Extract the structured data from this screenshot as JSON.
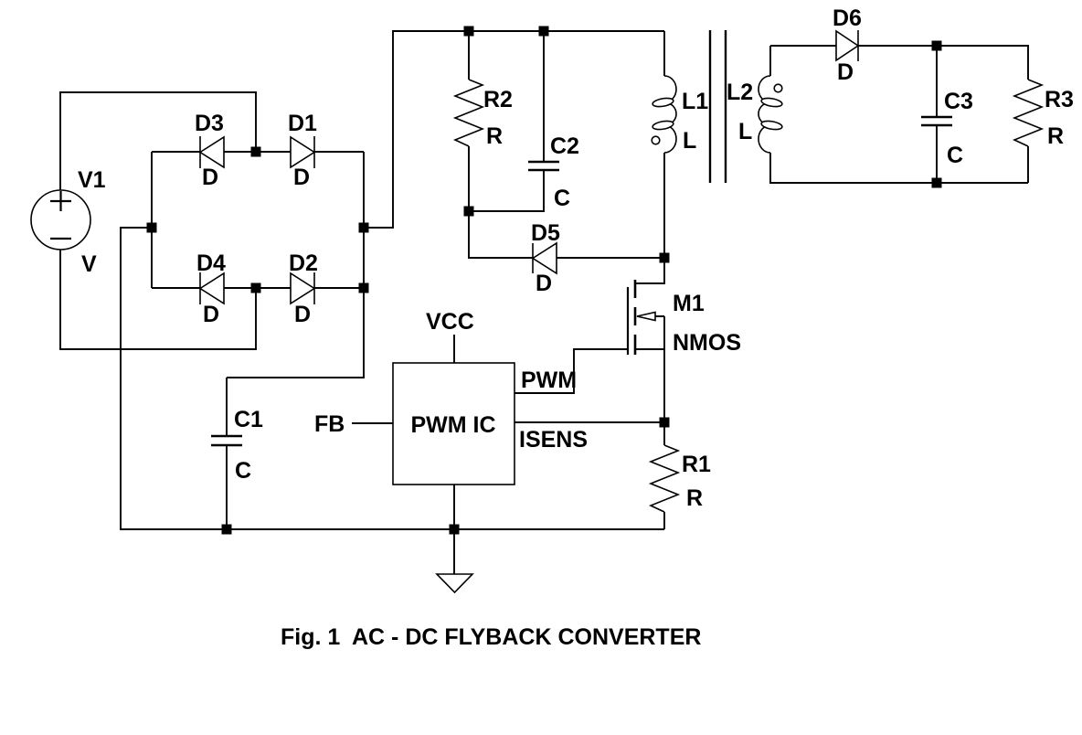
{
  "figure": {
    "fig_label": "Fig. 1",
    "title": "AC - DC FLYBACK CONVERTER"
  },
  "colors": {
    "ink": "#000000",
    "paper": "#ffffff"
  },
  "source": {
    "ref": "V1",
    "value": "V"
  },
  "bridge": {
    "d1": {
      "ref": "D1",
      "value": "D"
    },
    "d2": {
      "ref": "D2",
      "value": "D"
    },
    "d3": {
      "ref": "D3",
      "value": "D"
    },
    "d4": {
      "ref": "D4",
      "value": "D"
    }
  },
  "input_cap": {
    "ref": "C1",
    "value": "C"
  },
  "snubber": {
    "r2": {
      "ref": "R2",
      "value": "R"
    },
    "c2": {
      "ref": "C2",
      "value": "C"
    },
    "d5": {
      "ref": "D5",
      "value": "D"
    }
  },
  "transformer": {
    "l1": {
      "ref": "L1",
      "value": "L"
    },
    "l2": {
      "ref": "L2",
      "value": "L"
    }
  },
  "switch": {
    "ref": "M1",
    "value": "NMOS"
  },
  "sense_res": {
    "ref": "R1",
    "value": "R"
  },
  "controller": {
    "name": "PWM IC",
    "pins": {
      "vcc": "VCC",
      "fb": "FB",
      "pwm": "PWM",
      "isens": "ISENS"
    }
  },
  "output": {
    "d6": {
      "ref": "D6",
      "value": "D"
    },
    "c3": {
      "ref": "C3",
      "value": "C"
    },
    "r3": {
      "ref": "R3",
      "value": "R"
    }
  }
}
